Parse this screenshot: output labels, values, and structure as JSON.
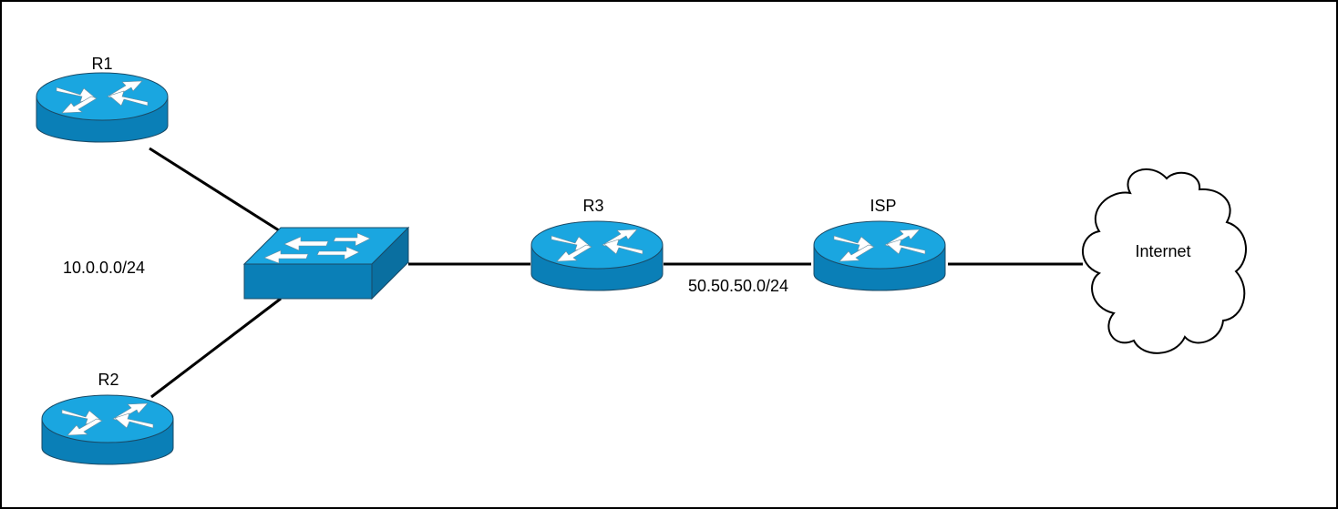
{
  "diagram": {
    "devices": {
      "r1": {
        "label": "R1",
        "type": "router"
      },
      "r2": {
        "label": "R2",
        "type": "router"
      },
      "r3": {
        "label": "R3",
        "type": "router"
      },
      "isp": {
        "label": "ISP",
        "type": "router"
      },
      "switch": {
        "type": "switch"
      },
      "internet": {
        "label": "Internet",
        "type": "cloud"
      }
    },
    "networks": {
      "lan": "10.0.0.0/24",
      "wan": "50.50.50.0/24"
    },
    "links": [
      {
        "from": "R1",
        "to": "switch"
      },
      {
        "from": "R2",
        "to": "switch"
      },
      {
        "from": "switch",
        "to": "R3"
      },
      {
        "from": "R3",
        "to": "ISP"
      },
      {
        "from": "ISP",
        "to": "Internet"
      }
    ]
  },
  "colors": {
    "device_top": "#1aa6e0",
    "device_side": "#0a7fb7",
    "device_outline": "#1a4a66",
    "arrow": "#ffffff",
    "line": "#000000"
  }
}
